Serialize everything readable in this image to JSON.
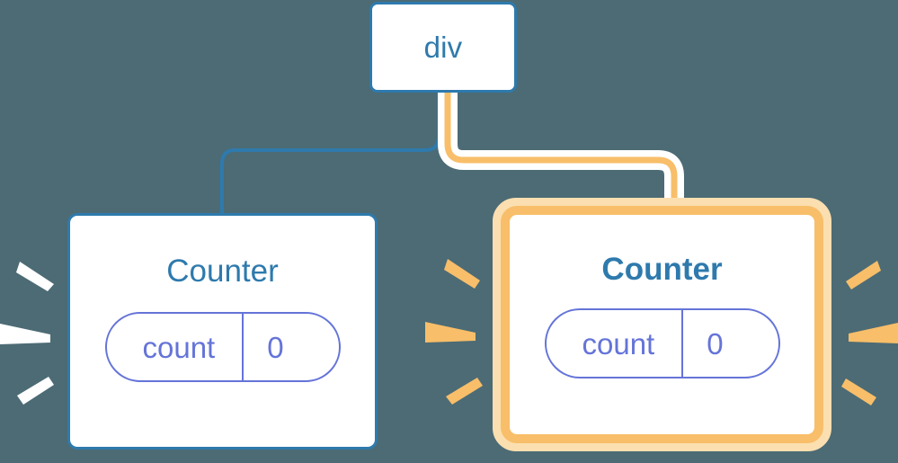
{
  "diagram": {
    "title": "react component tree with re-render highlight",
    "background_color": "#4c6b75"
  },
  "colors": {
    "background": "#4c6b75",
    "node_border_blue": "#2e7aad",
    "node_text_blue": "#2e7aad",
    "pill_indigo": "#6574d8",
    "highlight_orange": "#f8be69",
    "highlight_orange_pale": "#fbdfb0",
    "wire_blue": "#2e7aad",
    "wire_orange": "#f8be69",
    "halo_white": "#ffffff",
    "spark_white": "#ffffff",
    "spark_orange": "#f8be69",
    "node_fill": "#ffffff"
  },
  "nodes": {
    "root": {
      "label": "div"
    },
    "left_counter": {
      "label": "Counter",
      "state": {
        "name": "count",
        "value": "0"
      }
    },
    "right_counter": {
      "label": "Counter",
      "state": {
        "name": "count",
        "value": "0"
      }
    }
  },
  "edges": [
    {
      "id": "root-to-left",
      "from": "root",
      "to": "left_counter",
      "color": "#2e7aad",
      "highlighted": false
    },
    {
      "id": "root-to-right",
      "from": "root",
      "to": "right_counter",
      "color": "#f8be69",
      "highlighted": true
    }
  ],
  "sparkles": [
    {
      "group": "left-outer",
      "color": "#ffffff",
      "direction": "right",
      "count": 3
    },
    {
      "group": "center",
      "color": "#f8be69",
      "direction": "right",
      "count": 3
    },
    {
      "group": "right-outer",
      "color": "#f8be69",
      "direction": "left",
      "count": 3
    }
  ]
}
